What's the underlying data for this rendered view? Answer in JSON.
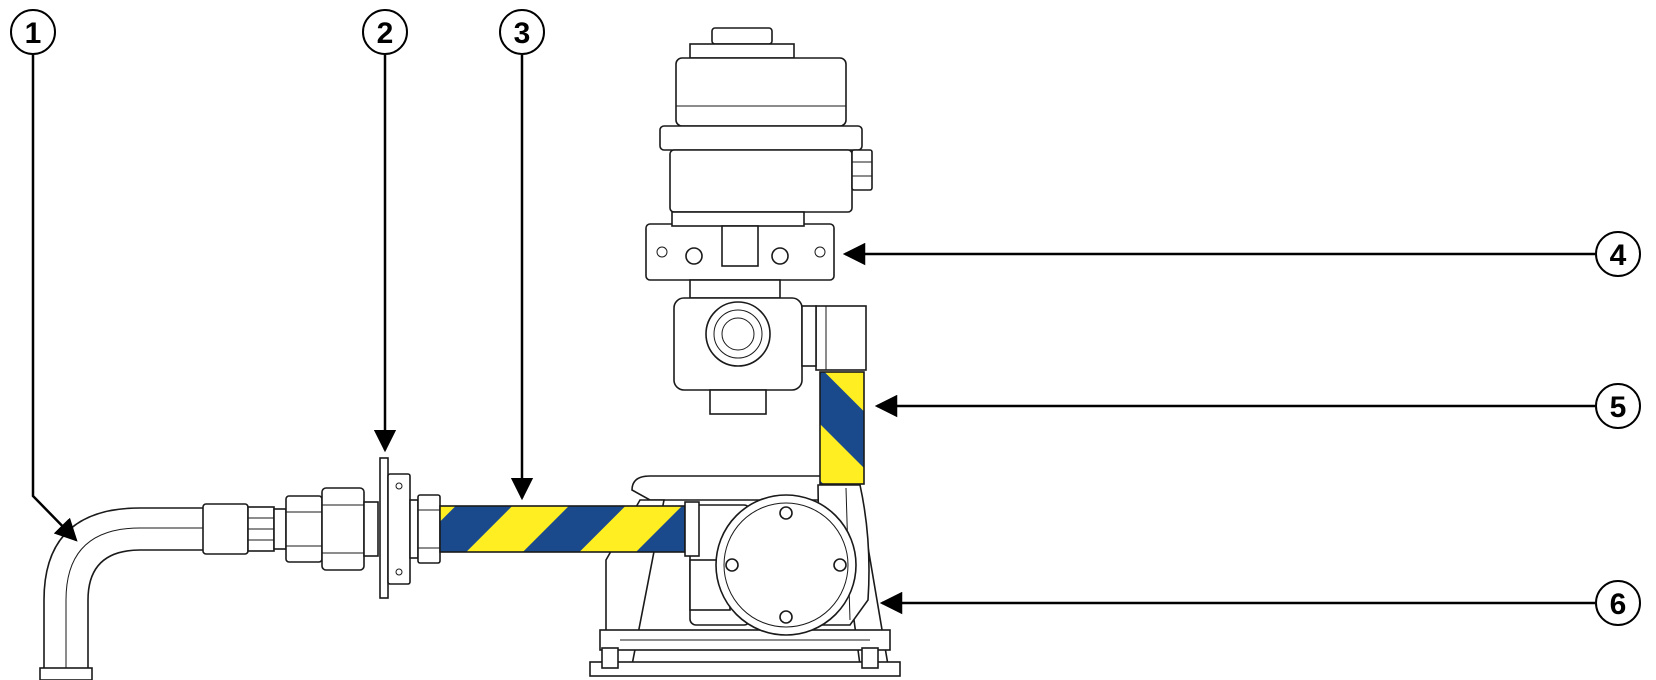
{
  "callouts": [
    {
      "id": "1",
      "label": "1"
    },
    {
      "id": "2",
      "label": "2"
    },
    {
      "id": "3",
      "label": "3"
    },
    {
      "id": "4",
      "label": "4"
    },
    {
      "id": "5",
      "label": "5"
    },
    {
      "id": "6",
      "label": "6"
    }
  ],
  "colors": {
    "stripe_yellow": "#ffee22",
    "stripe_blue": "#1b4a8c",
    "line": "#1a1a1a",
    "background": "#ffffff"
  }
}
